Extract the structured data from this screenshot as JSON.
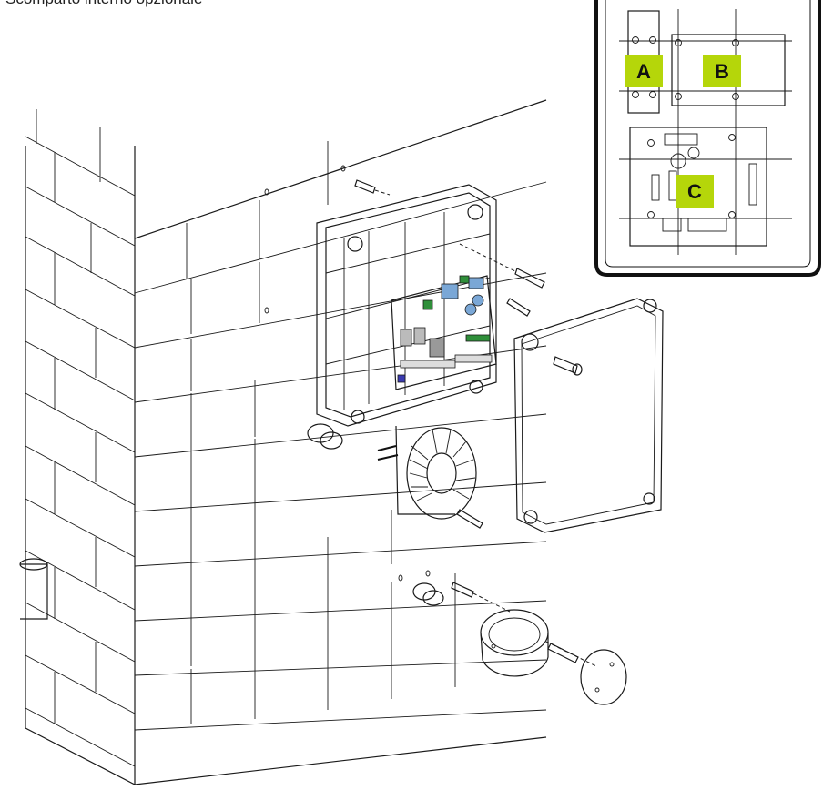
{
  "caption": "Scomparto interno opzionale",
  "inset_labels": {
    "a": "A",
    "b": "B",
    "c": "C"
  },
  "colors": {
    "label_bg": "#b5d60a",
    "stroke": "#1a1a1a",
    "connector_blue": "#7aa7d6",
    "pcb_green": "#2f8f3a"
  }
}
